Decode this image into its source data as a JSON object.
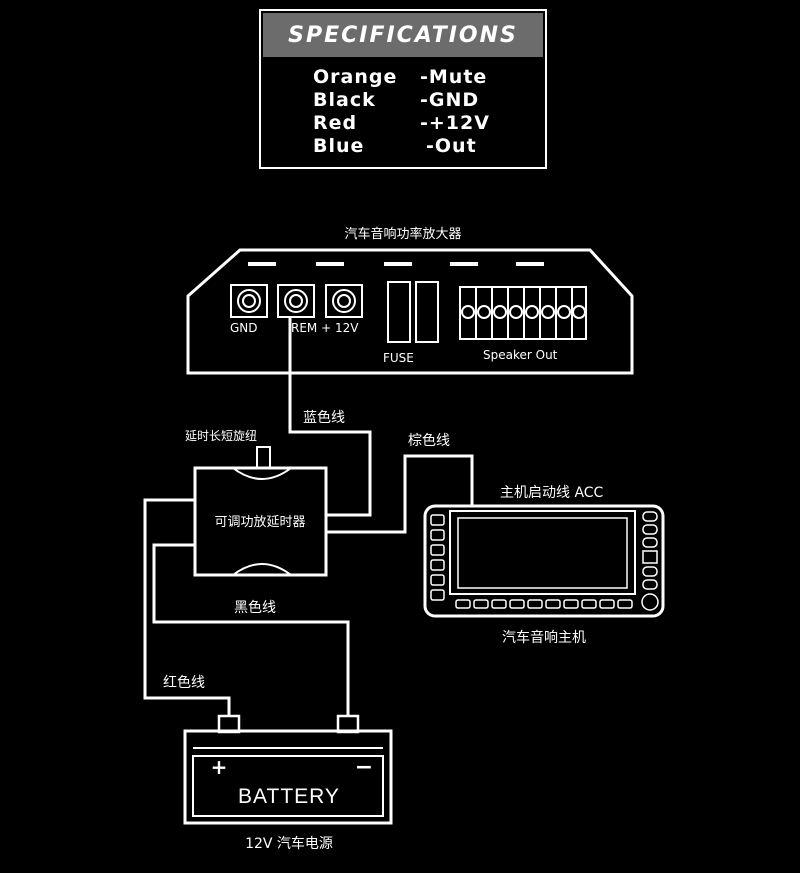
{
  "specifications": {
    "title": "SPECIFICATIONS",
    "rows": [
      {
        "color": "Orange",
        "function": "-Mute"
      },
      {
        "color": "Black",
        "function": "-GND"
      },
      {
        "color": "Red",
        "function": "-+12V"
      },
      {
        "color": "Blue",
        "function": "-Out"
      }
    ]
  },
  "amplifier": {
    "title": "汽车音响功率放大器",
    "gnd_label": "GND",
    "rem_label": "REM + 12V",
    "fuse_label": "FUSE",
    "speaker_label": "Speaker Out"
  },
  "wires": {
    "blue": "蓝色线",
    "brown": "棕色线",
    "black": "黑色线",
    "red": "红色线"
  },
  "delay": {
    "knob_label": "延时长短旋纽",
    "module_label": "可调功放延时器"
  },
  "head_unit": {
    "acc_label": "主机启动线 ACC",
    "name": "汽车音响主机"
  },
  "battery": {
    "label": "BATTERY",
    "plus": "+",
    "minus": "−",
    "caption": "12V 汽车电源"
  }
}
